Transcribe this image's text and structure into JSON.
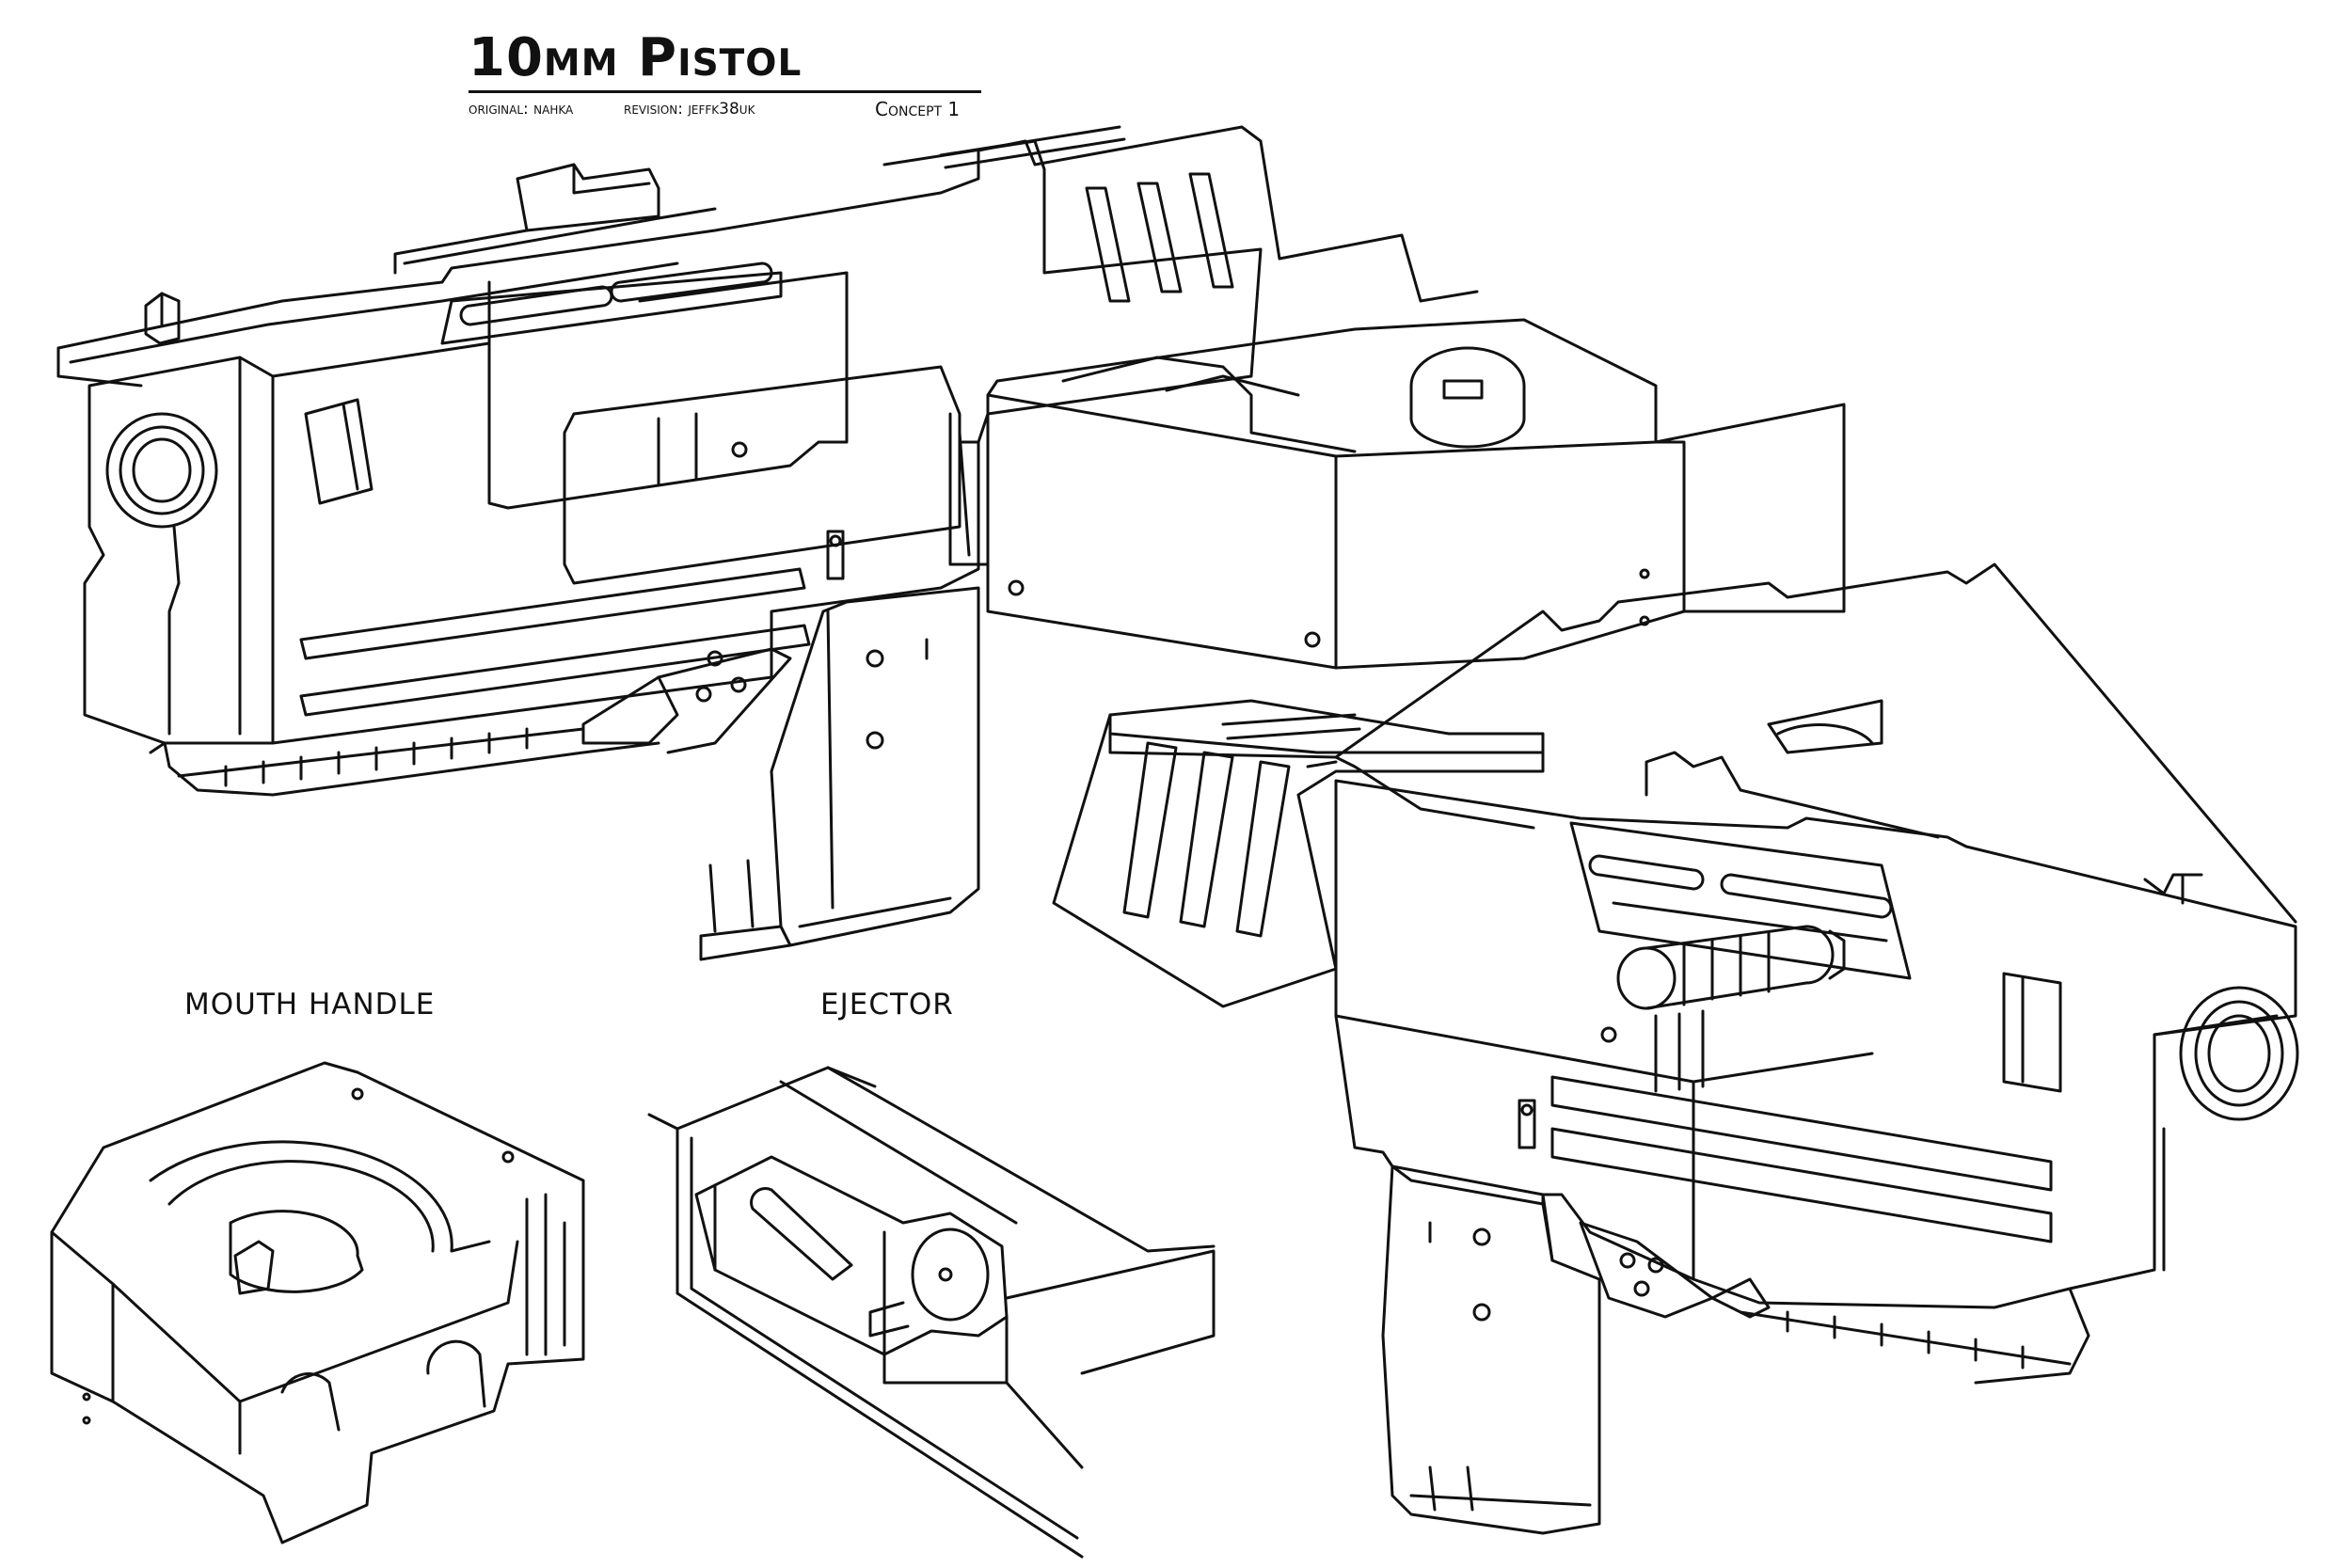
{
  "sheet": {
    "title": "10mm Pistol",
    "original": "original: nahka",
    "revision": "revision: jeffk38uk",
    "concept": "Concept 1"
  },
  "detail_labels": {
    "mouth_handle": "MOUTH HANDLE",
    "ejector": "EJECTOR"
  },
  "colors": {
    "ink": "#111111",
    "paper": "#ffffff"
  }
}
